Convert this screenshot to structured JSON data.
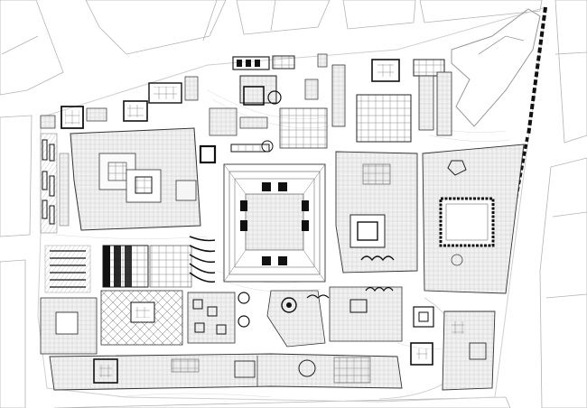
{
  "title": "",
  "colors": {
    "background": "#ffffff",
    "ink": "#1a1a1a",
    "line": "#3a3a3a",
    "hatch": "#9a9a9a",
    "fill_light": "#eeeeee",
    "fill_mid": "#d6d6d6",
    "fill_dark": "#141414",
    "street_line": "#b4b4b4"
  },
  "layers": [
    "city-blocks",
    "streets",
    "site-boundary",
    "buildings",
    "courtyards",
    "monuments",
    "contour-hatching"
  ]
}
